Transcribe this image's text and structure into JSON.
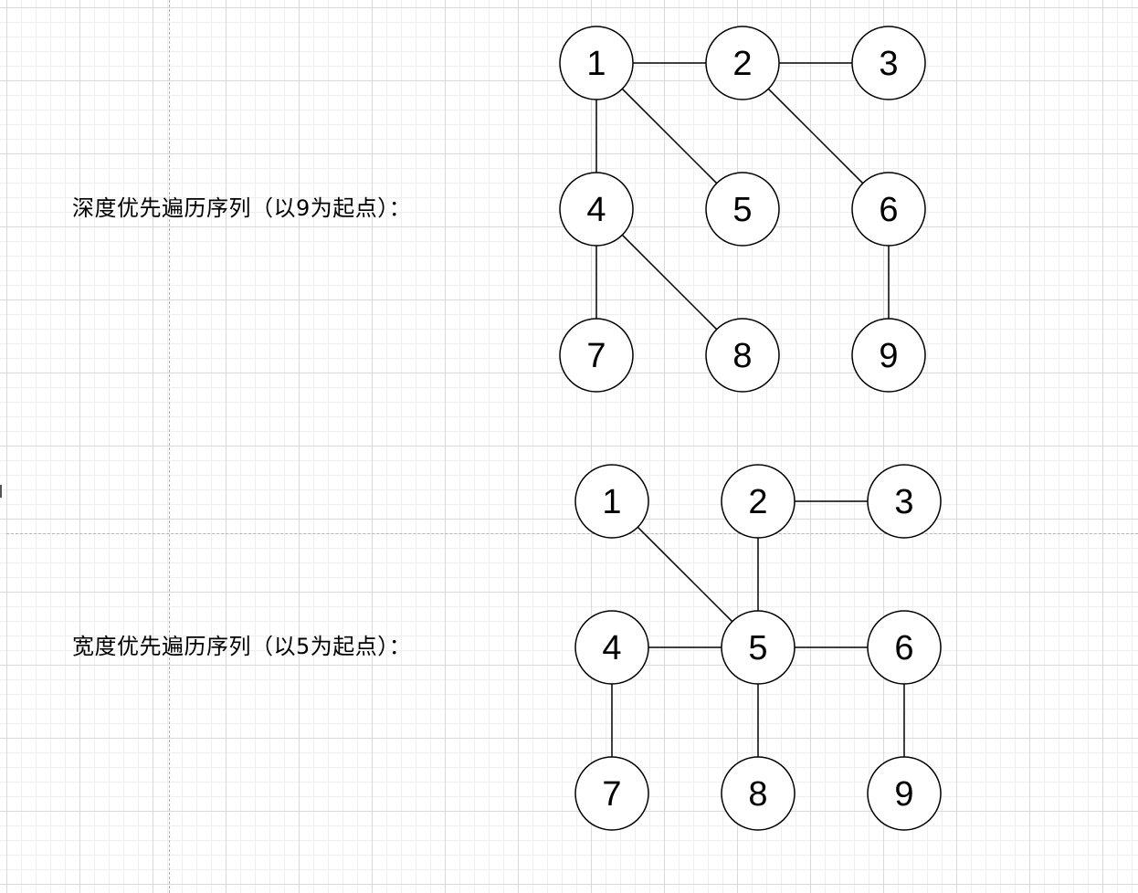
{
  "graphs": [
    {
      "id": "dfs",
      "caption": "深度优先遍历序列（以9为起点）：",
      "nodes": [
        "1",
        "2",
        "3",
        "4",
        "5",
        "6",
        "7",
        "8",
        "9"
      ],
      "edges": [
        [
          "1",
          "2"
        ],
        [
          "2",
          "3"
        ],
        [
          "1",
          "4"
        ],
        [
          "1",
          "5"
        ],
        [
          "2",
          "6"
        ],
        [
          "4",
          "7"
        ],
        [
          "4",
          "8"
        ],
        [
          "6",
          "9"
        ]
      ]
    },
    {
      "id": "bfs",
      "caption": "宽度优先遍历序列（以5为起点）：",
      "nodes": [
        "1",
        "2",
        "3",
        "4",
        "5",
        "6",
        "7",
        "8",
        "9"
      ],
      "edges": [
        [
          "2",
          "3"
        ],
        [
          "1",
          "5"
        ],
        [
          "2",
          "5"
        ],
        [
          "4",
          "5"
        ],
        [
          "5",
          "6"
        ],
        [
          "4",
          "7"
        ],
        [
          "5",
          "8"
        ],
        [
          "6",
          "9"
        ]
      ]
    }
  ]
}
